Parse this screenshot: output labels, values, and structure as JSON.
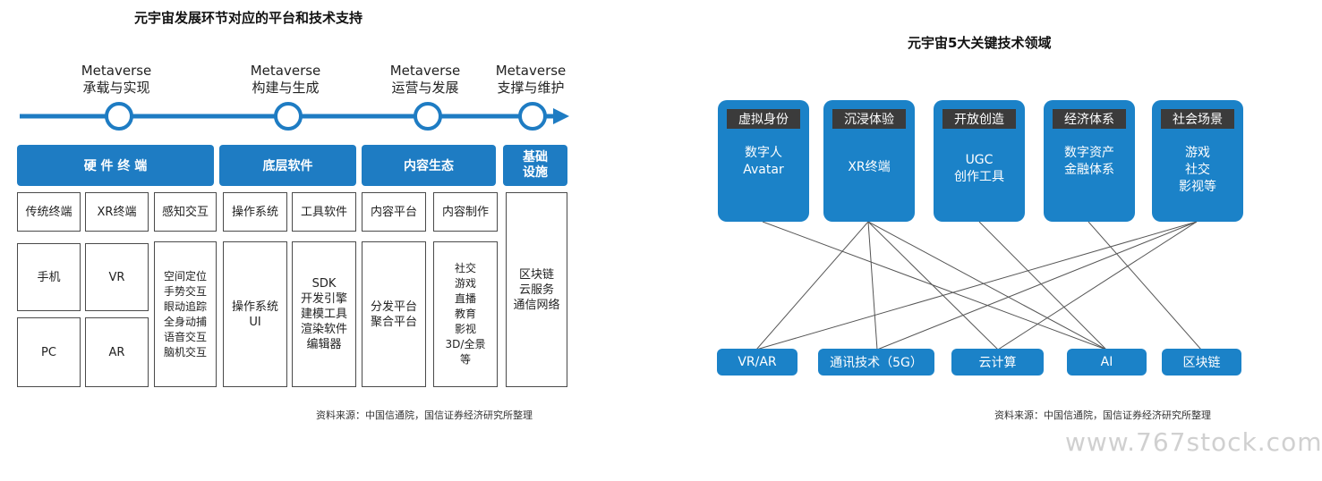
{
  "left": {
    "title": "元宇宙发展环节对应的平台和技术支持",
    "stages": [
      {
        "line1": "Metaverse",
        "line2": "承载与实现"
      },
      {
        "line1": "Metaverse",
        "line2": "构建与生成"
      },
      {
        "line1": "Metaverse",
        "line2": "运营与发展"
      },
      {
        "line1": "Metaverse",
        "line2": "支撑与维护"
      }
    ],
    "headers": [
      "硬 件 终 端",
      "底层软件",
      "内容生态",
      "基础\n设施"
    ],
    "row1": [
      "传统终端",
      "XR终端",
      "感知交互",
      "操作系统",
      "工具软件",
      "内容平台",
      "内容制作"
    ],
    "boxes": {
      "phone": "手机",
      "vr": "VR",
      "pc": "PC",
      "ar": "AR",
      "perception": "空间定位\n手势交互\n眼动追踪\n全身动捕\n语音交互\n脑机交互",
      "os": "操作系统\nUI",
      "tools": "SDK\n开发引擎\n建模工具\n渲染软件\n编辑器",
      "platform": "分发平台\n聚合平台",
      "content": "社交\n游戏\n直播\n教育\n影视\n3D/全景\n等",
      "infra": "区块链\n云服务\n通信网络"
    },
    "source": "资料来源：中国信通院，国信证券经济研究所整理"
  },
  "right": {
    "title": "元宇宙5大关键技术领域",
    "cards": [
      {
        "tag": "虚拟身份",
        "body": "数字人\nAvatar"
      },
      {
        "tag": "沉浸体验",
        "body": "XR终端"
      },
      {
        "tag": "开放创造",
        "body": "UGC\n创作工具"
      },
      {
        "tag": "经济体系",
        "body": "数字资产\n金融体系"
      },
      {
        "tag": "社会场景",
        "body": "游戏\n社交\n影视等"
      }
    ],
    "techs": [
      "VR/AR",
      "通讯技术（5G）",
      "云计算",
      "AI",
      "区块链"
    ],
    "source": "资料来源：中国信通院，国信证券经济研究所整理"
  },
  "watermark": "www.767stock.com",
  "colors": {
    "accent": "#1e7cc3",
    "card": "#1b82c8",
    "tag": "#3b3b3b"
  }
}
